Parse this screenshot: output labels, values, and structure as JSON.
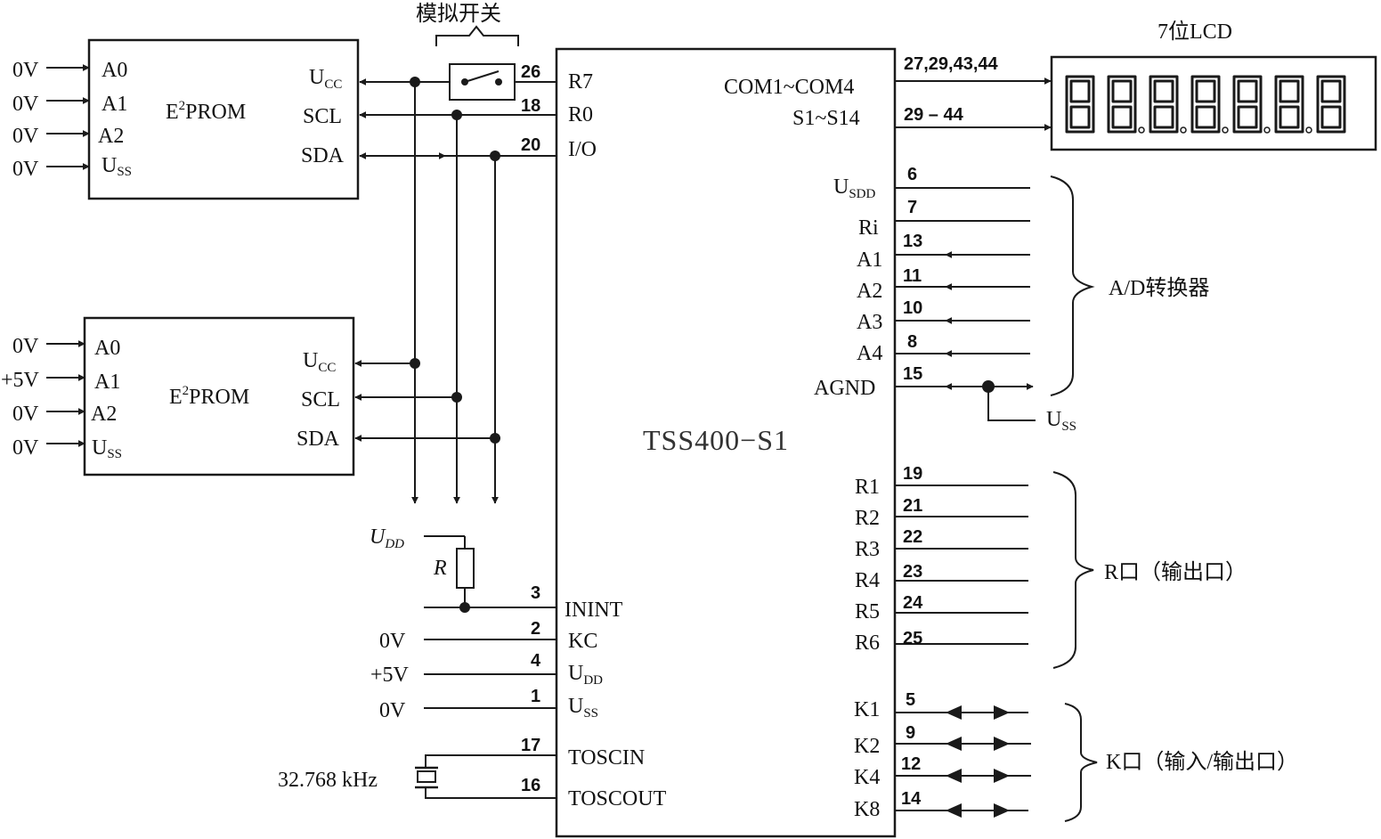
{
  "chip": {
    "name": "TSS400−S1",
    "left_pins": [
      {
        "num": "26",
        "label": "R7"
      },
      {
        "num": "18",
        "label": "R0"
      },
      {
        "num": "20",
        "label": "I/O"
      },
      {
        "num": "3",
        "label": "ININT"
      },
      {
        "num": "2",
        "label": "KC"
      },
      {
        "num": "4",
        "label": "U",
        "sub": "DD"
      },
      {
        "num": "1",
        "label": "U",
        "sub": "SS"
      },
      {
        "num": "17",
        "label": "TOSCIN"
      },
      {
        "num": "16",
        "label": "TOSCOUT"
      }
    ],
    "right_pins": [
      {
        "num": "6",
        "label": "U",
        "sub": "SDD"
      },
      {
        "num": "7",
        "label": "Ri"
      },
      {
        "num": "13",
        "label": "A1"
      },
      {
        "num": "11",
        "label": "A2"
      },
      {
        "num": "10",
        "label": "A3"
      },
      {
        "num": "8",
        "label": "A4"
      },
      {
        "num": "15",
        "label": "AGND"
      },
      {
        "num": "19",
        "label": "R1"
      },
      {
        "num": "21",
        "label": "R2"
      },
      {
        "num": "22",
        "label": "R3"
      },
      {
        "num": "23",
        "label": "R4"
      },
      {
        "num": "24",
        "label": "R5"
      },
      {
        "num": "25",
        "label": "R6"
      },
      {
        "num": "5",
        "label": "K1"
      },
      {
        "num": "9",
        "label": "K2"
      },
      {
        "num": "12",
        "label": "K4"
      },
      {
        "num": "14",
        "label": "K8"
      }
    ],
    "com_label": "COM1~COM4",
    "com_pins": "27,29,43,44",
    "seg_label": "S1~S14",
    "seg_pins": "29 – 44"
  },
  "eeprom1": {
    "title_e": "E",
    "title_sup": "2",
    "title_rest": "PROM",
    "inputs": [
      {
        "volt": "0V",
        "label": "A0"
      },
      {
        "volt": "0V",
        "label": "A1"
      },
      {
        "volt": "0V",
        "label": "A2"
      },
      {
        "volt": "0V",
        "label": "U",
        "sub": "SS"
      }
    ],
    "outputs": [
      {
        "label": "U",
        "sub": "CC"
      },
      {
        "label": "SCL"
      },
      {
        "label": "SDA"
      }
    ]
  },
  "eeprom2": {
    "title_e": "E",
    "title_sup": "2",
    "title_rest": "PROM",
    "inputs": [
      {
        "volt": "0V",
        "label": "A0"
      },
      {
        "volt": "+5V",
        "label": "A1"
      },
      {
        "volt": "0V",
        "label": "A2"
      },
      {
        "volt": "0V",
        "label": "U",
        "sub": "SS"
      }
    ],
    "outputs": [
      {
        "label": "U",
        "sub": "CC"
      },
      {
        "label": "SCL"
      },
      {
        "label": "SDA"
      }
    ]
  },
  "switch_label": "模拟开关",
  "lcd_label": "7位LCD",
  "lcd_digits": 7,
  "resistor": {
    "supply": "U",
    "supply_sub": "DD",
    "label": "R"
  },
  "left_supplies": [
    "0V",
    "+5V",
    "0V"
  ],
  "crystal_label": "32.768 kHz",
  "agnd_uss": {
    "label": "U",
    "sub": "SS"
  },
  "groups": {
    "adc": "A/D转换器",
    "rport": "R口（输出口）",
    "kport": "K口（输入/输出口）"
  },
  "colors": {
    "line": "#1a1a1a",
    "background": "#ffffff"
  }
}
